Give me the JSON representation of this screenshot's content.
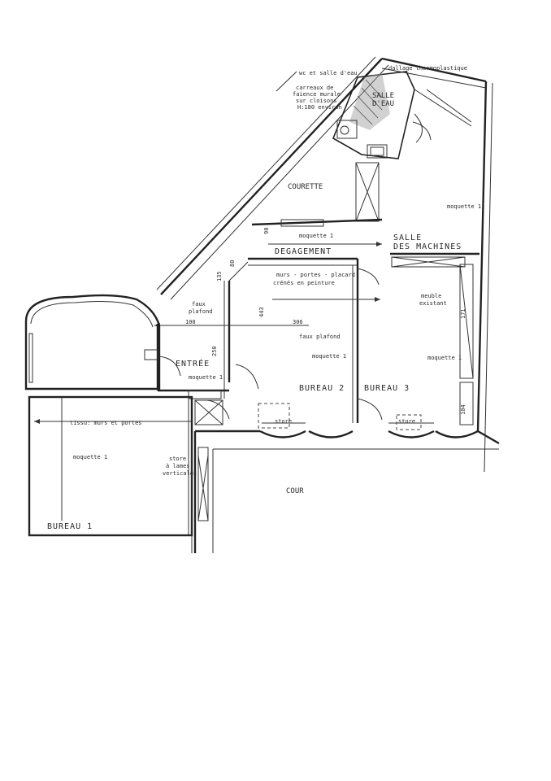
{
  "labels": {
    "wc": "wc et salle d'eau",
    "carreaux_1": "carreaux de",
    "carreaux_2": "faience murale",
    "carreaux_3": "sur cloisons",
    "carreaux_4": "H:180 environ",
    "dallage": "dallage thermoplastique",
    "salle_deau_1": "SALLE",
    "salle_deau_2": "D'EAU",
    "courette": "COURETTE",
    "moquette_sm": "moquette 1",
    "moquette_deg": "moquette 1",
    "degagement": "DEGAGEMENT",
    "salle_machines_1": "SALLE",
    "salle_machines_2": "DES MACHINES",
    "murs_1": "murs - portes - placard",
    "murs_2": "crénés en peinture",
    "faux_plafond_1_a": "faux",
    "faux_plafond_1_b": "plafond",
    "faux_plafond_2": "faux plafond",
    "meuble_1": "meuble",
    "meuble_2": "existant",
    "entree": "ENTRÉE",
    "moquette_entree": "moquette 1",
    "moquette_b2": "moquette 1",
    "moquette_b3": "moquette 1",
    "bureau2": "BUREAU 2",
    "bureau3": "BUREAU 3",
    "tissu": "tissu: murs et portes",
    "moquette_b1": "moquette 1",
    "store_1": "store",
    "store_2": "store",
    "store_lames_1": "store",
    "store_lames_2": "à lames",
    "store_lames_3": "verticales",
    "cour": "COUR",
    "bureau1": "BUREAU 1"
  },
  "dimensions": {
    "d90": "90",
    "d80": "80",
    "d135": "135",
    "d443": "443",
    "d100": "100",
    "d306": "306",
    "d250": "250",
    "d171": "171",
    "d104": "104"
  }
}
